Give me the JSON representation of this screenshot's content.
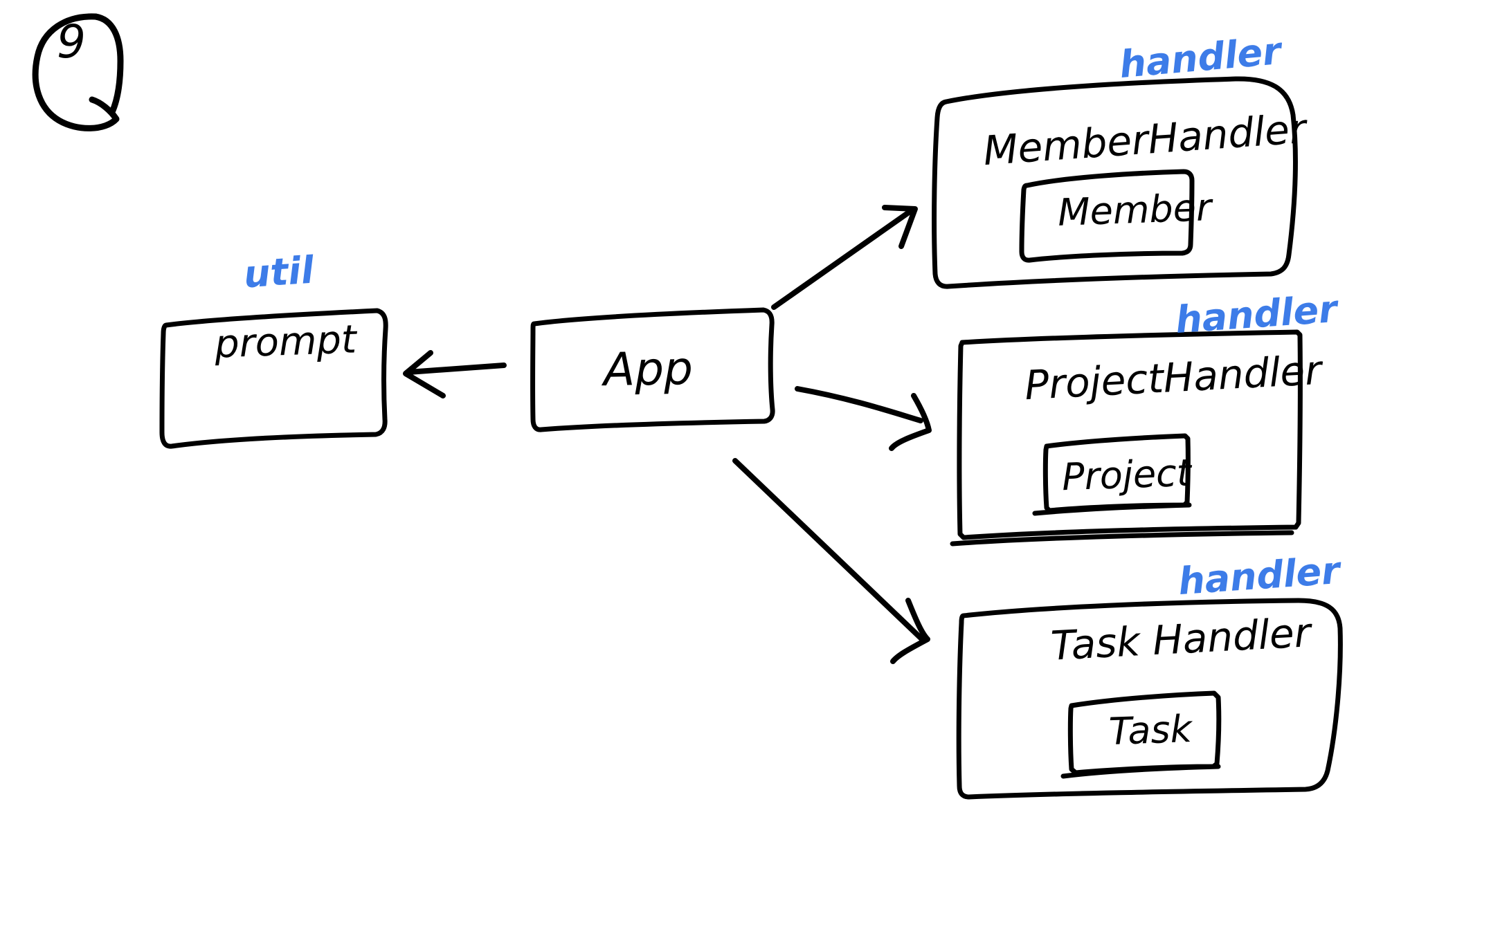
{
  "diagram": {
    "page_number": "9",
    "background_color": "#ffffff",
    "ink_color": "#000000",
    "annotation_color": "#3d7ce8",
    "nodes": [
      {
        "id": "prompt",
        "label": "prompt",
        "group_label": "util",
        "group_label_color": "#3d7ce8",
        "kind": "box"
      },
      {
        "id": "app",
        "label": "App",
        "group_label": "",
        "kind": "box"
      },
      {
        "id": "member-handler",
        "label": "MemberHandler",
        "group_label": "handler",
        "group_label_color": "#3d7ce8",
        "kind": "box",
        "inner": {
          "id": "member",
          "label": "Member"
        }
      },
      {
        "id": "project-handler",
        "label": "ProjectHandler",
        "group_label": "handler",
        "group_label_color": "#3d7ce8",
        "kind": "box",
        "inner": {
          "id": "project",
          "label": "Project"
        }
      },
      {
        "id": "task-handler",
        "label": "Task Handler",
        "group_label": "handler",
        "group_label_color": "#3d7ce8",
        "kind": "box",
        "inner": {
          "id": "task",
          "label": "Task"
        }
      }
    ],
    "edges": [
      {
        "id": "app-to-prompt",
        "from": "app",
        "to": "prompt",
        "style": "straight-arrow",
        "direction": "left"
      },
      {
        "id": "app-to-member-handler",
        "from": "app",
        "to": "member-handler",
        "style": "straight-arrow",
        "direction": "up-right"
      },
      {
        "id": "app-to-project-handler",
        "from": "app",
        "to": "project-handler",
        "style": "curved-arrow",
        "direction": "right"
      },
      {
        "id": "app-to-task-handler",
        "from": "app",
        "to": "task-handler",
        "style": "straight-arrow",
        "direction": "down-right"
      }
    ]
  }
}
